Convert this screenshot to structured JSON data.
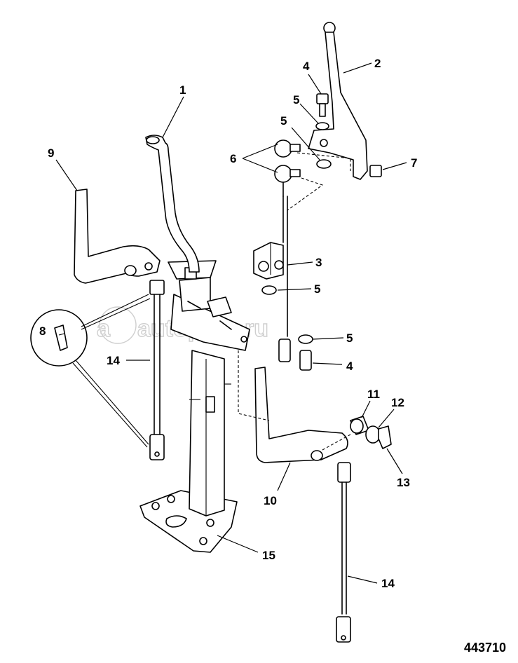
{
  "drawing_number": "443710",
  "watermark": {
    "brand": "autopiter.ru"
  },
  "callouts": {
    "c1": "1",
    "c2": "2",
    "c3": "3",
    "c4a": "4",
    "c4b": "4",
    "c5a": "5",
    "c5b": "5",
    "c5c": "5",
    "c5d": "5",
    "c6": "6",
    "c7": "7",
    "c8": "8",
    "c9": "9",
    "c10": "10",
    "c11": "11",
    "c12": "12",
    "c13": "13",
    "c14a": "14",
    "c14b": "14",
    "c15": "15"
  },
  "colors": {
    "line": "#000000",
    "background": "#ffffff",
    "watermark": "#cfcfcf"
  }
}
